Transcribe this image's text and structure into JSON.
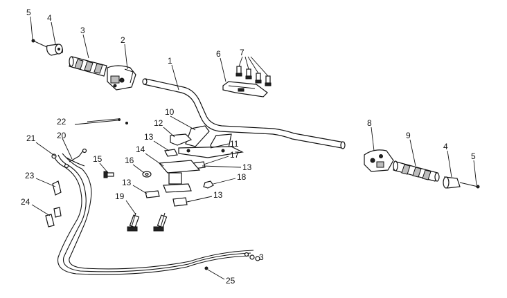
{
  "callouts": {
    "c1": "1",
    "c2": "2",
    "c3a": "3",
    "c3b": "3",
    "c4a": "4",
    "c4b": "4",
    "c5a": "5",
    "c5b": "5",
    "c6": "6",
    "c7": "7",
    "c8": "8",
    "c9": "9",
    "c10": "10",
    "c11": "11",
    "c12": "12",
    "c13a": "13",
    "c13b": "13",
    "c13c": "13",
    "c13d": "13",
    "c14": "14",
    "c15": "15",
    "c16": "16",
    "c17": "17",
    "c18": "18",
    "c19": "19",
    "c20": "20",
    "c21": "21",
    "c22": "22",
    "c23": "23",
    "c24": "24",
    "c25": "25"
  }
}
